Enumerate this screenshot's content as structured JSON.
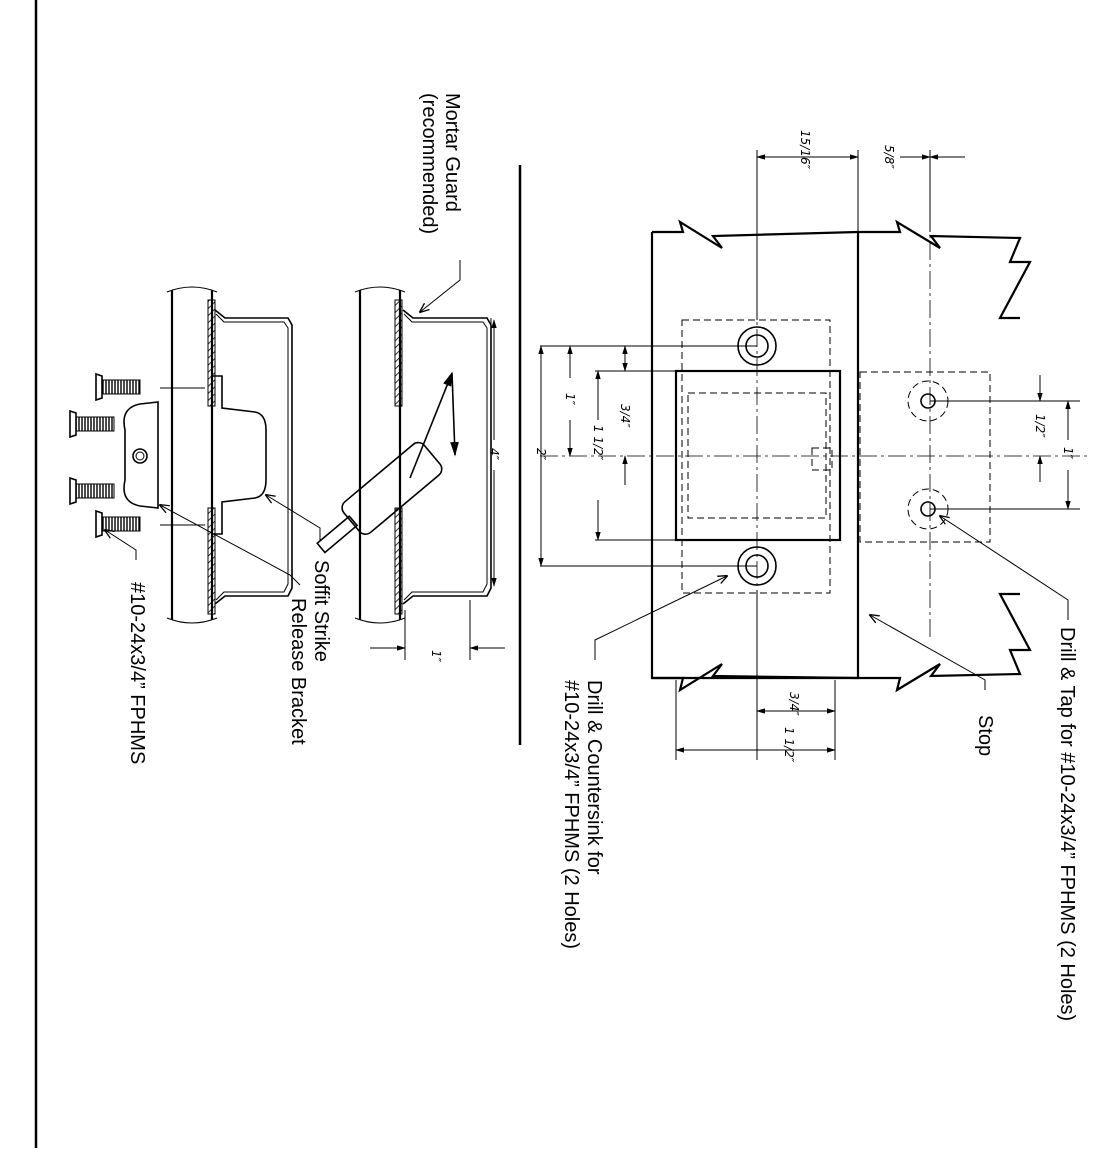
{
  "labels": {
    "mortar_guard": [
      "Mortar Guard",
      "(recommended)"
    ],
    "soffit_strike": "Soffit Strike",
    "release_bracket": "Release Bracket",
    "screw_spec": "#10-24x3/4” FPHMS",
    "drill_countersink": [
      "Drill & Countersink for",
      "#10-24x3/4” FPHMS (2 Holes)"
    ],
    "stop": "Stop",
    "drill_tap": "Drill & Tap for #10-24x3/4” FPHMS (2 Holes)"
  },
  "dimensions": {
    "d_15_16": "15/16″",
    "d_5_8": "5/8″",
    "d_4": "4″",
    "d_1_side": "1″",
    "d_1_top": "1″",
    "d_3_4_top": "3/4″",
    "d_1_1_2": "1 1/2″",
    "d_2": "2″",
    "d_1_2": "1/2″",
    "d_1_right": "1″",
    "d_3_4_bottom": "3/4″",
    "d_1_1_2_bottom": "1 1/2″"
  }
}
